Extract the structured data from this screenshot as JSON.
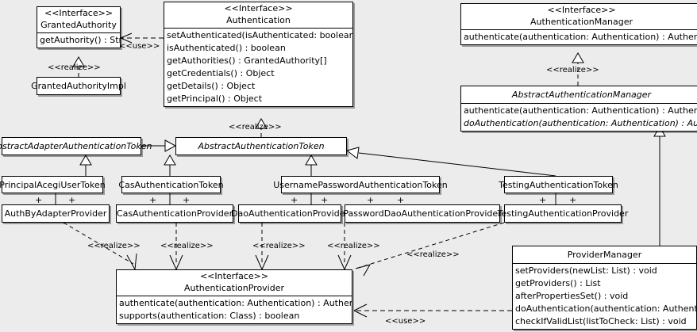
{
  "diagram": {
    "kind": "uml-class-diagram",
    "background": "#ececec",
    "stereotype_interface": "<<Interface>>",
    "labels": {
      "realize": "<<realize>>",
      "use": "<<use>>",
      "plus": "+"
    },
    "classes": {
      "granted_authority": {
        "stereotype": "<<Interface>>",
        "name": "GrantedAuthority",
        "operations": [
          "getAuthority() : String"
        ]
      },
      "granted_authority_impl": {
        "name": "GrantedAuthorityImpl",
        "operations": []
      },
      "authentication": {
        "stereotype": "<<Interface>>",
        "name": "Authentication",
        "operations": [
          "setAuthenticated(isAuthenticated: boolean) : void",
          "isAuthenticated() : boolean",
          "getAuthorities() : GrantedAuthority[]",
          "getCredentials() : Object",
          "getDetails() : Object",
          "getPrincipal() : Object"
        ]
      },
      "authentication_manager": {
        "stereotype": "<<Interface>>",
        "name": "AuthenticationManager",
        "operations": [
          "authenticate(authentication: Authentication) : Authentication"
        ]
      },
      "abstract_authentication_manager": {
        "name": "AbstractAuthenticationManager",
        "abstract": true,
        "operations": [
          "authenticate(authentication: Authentication) : Authentication",
          "doAuthentication(authentication: Authentication) : Authentication"
        ]
      },
      "abstract_adapter_authentication_token": {
        "name": "AbstractAdapterAuthenticationToken",
        "abstract": true
      },
      "abstract_authentication_token": {
        "name": "AbstractAuthenticationToken",
        "abstract": true
      },
      "principal_acegi_user_token": {
        "name": "PrincipalAcegiUserToken"
      },
      "cas_authentication_token": {
        "name": "CasAuthenticationToken"
      },
      "username_password_authentication_token": {
        "name": "UsernamePasswordAuthenticationToken"
      },
      "testing_authentication_token": {
        "name": "TestingAuthenticationToken"
      },
      "auth_by_adapter_provider": {
        "name": "AuthByAdapterProvider"
      },
      "cas_authentication_provider": {
        "name": "CasAuthenticationProvider"
      },
      "dao_authentication_provider": {
        "name": "DaoAuthenticationProvider"
      },
      "password_dao_authentication_provider": {
        "name": "PasswordDaoAuthenticationProvider"
      },
      "testing_authentication_provider": {
        "name": "TestingAuthenticationProvider"
      },
      "authentication_provider": {
        "stereotype": "<<Interface>>",
        "name": "AuthenticationProvider",
        "operations": [
          "authenticate(authentication: Authentication) : Authentication",
          "supports(authentication: Class) : boolean"
        ]
      },
      "provider_manager": {
        "name": "ProviderManager",
        "operations": [
          "setProviders(newList: List) : void",
          "getProviders() : List",
          "afterPropertiesSet() : void",
          "doAuthentication(authentication: Authentication) : Authentication",
          "checkIfValidList(listToCheck: List) : void"
        ]
      }
    },
    "edge_labels": {
      "use_authentication_to_granted_authority": "<<use>>",
      "realize_granted_authority_impl": "<<realize>>",
      "realize_abstract_authentication_token": "<<realize>>",
      "realize_abstract_authentication_manager": "<<realize>>",
      "realize_auth_by_adapter_provider": "<<realize>>",
      "realize_cas_authentication_provider": "<<realize>>",
      "realize_dao_authentication_provider": "<<realize>>",
      "realize_password_dao_authentication_provider": "<<realize>>",
      "realize_testing_authentication_provider": "<<realize>>",
      "use_provider_manager_to_authentication_provider": "<<use>>"
    }
  }
}
